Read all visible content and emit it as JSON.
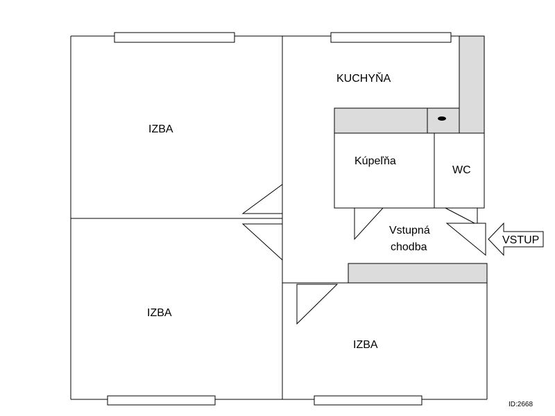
{
  "rooms": {
    "room_top_left": "IZBA",
    "room_bottom_left": "IZBA",
    "room_bottom_right": "IZBA",
    "kitchen": "KUCHYŇA",
    "bathroom": "Kúpeľňa",
    "wc": "WC",
    "hallway_line1": "Vstupná",
    "hallway_line2": "chodba"
  },
  "entrance_label": "VSTUP",
  "plan_id": "ID:2668"
}
